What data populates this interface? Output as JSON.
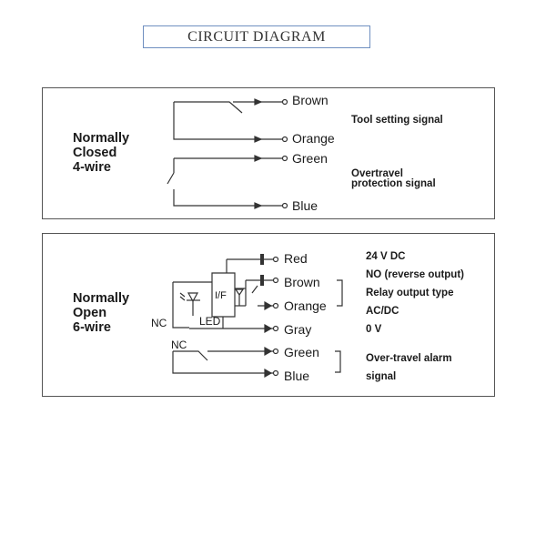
{
  "title": "CIRCUIT DIAGRAM",
  "panel1": {
    "mode_label": [
      "Normally",
      "Closed",
      "4-wire"
    ],
    "wires": [
      "Brown",
      "Orange",
      "Green",
      "Blue"
    ],
    "notes": [
      "Tool setting signal",
      "Overtravel",
      "protection signal"
    ]
  },
  "panel2": {
    "mode_label": [
      "Normally",
      "Open",
      "6-wire"
    ],
    "wires": [
      "Red",
      "Brown",
      "Orange",
      "Gray",
      "Green",
      "Blue"
    ],
    "tags": [
      "NC",
      "LED",
      "I/F",
      "NC"
    ],
    "notes": [
      "24 V DC",
      "NO (reverse output)",
      "Relay output type",
      "AC/DC",
      "0 V",
      "Over-travel alarm",
      "signal"
    ]
  }
}
